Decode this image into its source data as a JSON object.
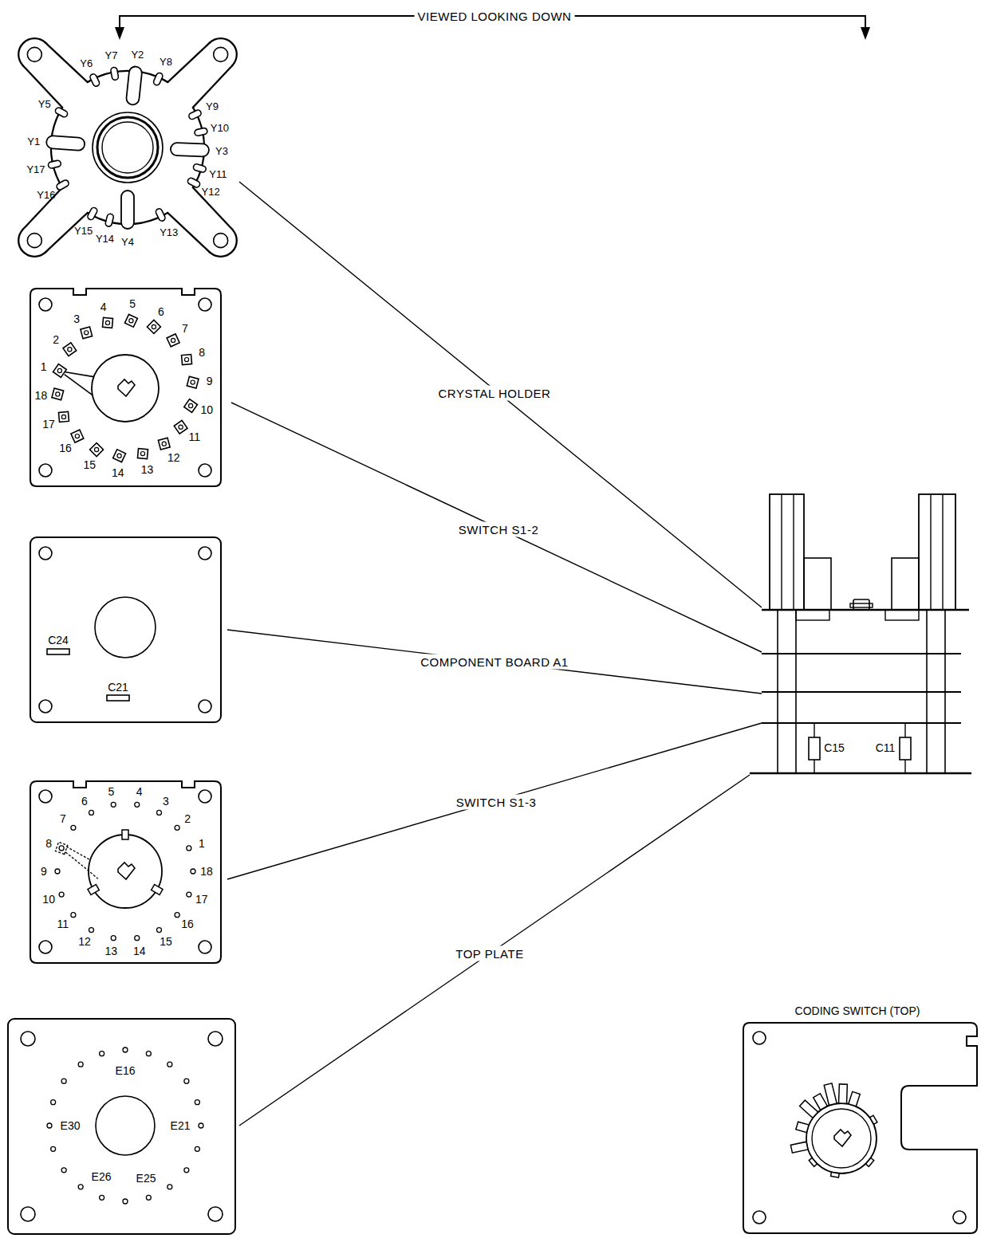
{
  "diagram": {
    "labels": [
      "VIEWED LOOKING DOWN",
      "Y6",
      "Y7",
      "Y2",
      "Y8",
      "Y5",
      "Y9",
      "Y10",
      "Y1",
      "Y3",
      "Y17",
      "Y11",
      "Y16",
      "Y12",
      "Y15",
      "Y14",
      "Y4",
      "Y13",
      "1",
      "2",
      "3",
      "4",
      "5",
      "6",
      "7",
      "8",
      "9",
      "10",
      "11",
      "12",
      "13",
      "14",
      "15",
      "16",
      "17",
      "18",
      "C24",
      "C21",
      "1",
      "2",
      "3",
      "4",
      "5",
      "6",
      "7",
      "8",
      "9",
      "10",
      "11",
      "12",
      "13",
      "14",
      "15",
      "16",
      "17",
      "18",
      "E16",
      "E30",
      "E21",
      "E26",
      "E25",
      "C15",
      "C11",
      "CRYSTAL HOLDER",
      "SWITCH S1-2",
      "COMPONENT BOARD A1",
      "SWITCH S1-3",
      "TOP PLATE",
      "CODING SWITCH (TOP)"
    ]
  }
}
